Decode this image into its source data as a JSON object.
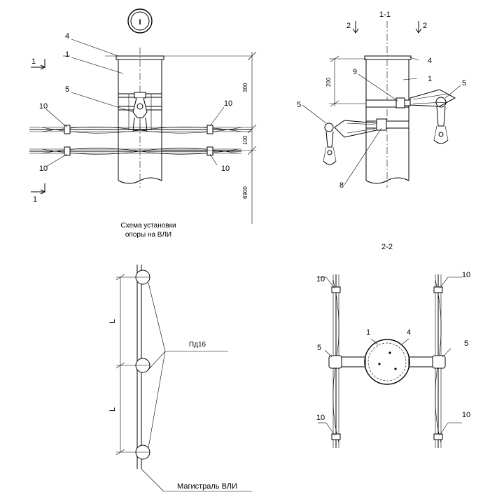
{
  "view_marker": "I",
  "section_1_1": "1-1",
  "section_2_2": "2-2",
  "cut_markers": {
    "one": "1",
    "two": "2"
  },
  "labels": {
    "l1": "1",
    "l4": "4",
    "l5": "5",
    "l8": "8",
    "l9": "9",
    "l10": "10"
  },
  "dimensions": {
    "d300": "300",
    "d100": "100",
    "d6900": "6900",
    "d200": "200"
  },
  "scheme": {
    "title_line1": "Схема установки",
    "title_line2": "опоры на ВЛИ",
    "span_label": "L",
    "branch_label": "Пд16",
    "mainline_label": "Магистраль ВЛИ"
  }
}
